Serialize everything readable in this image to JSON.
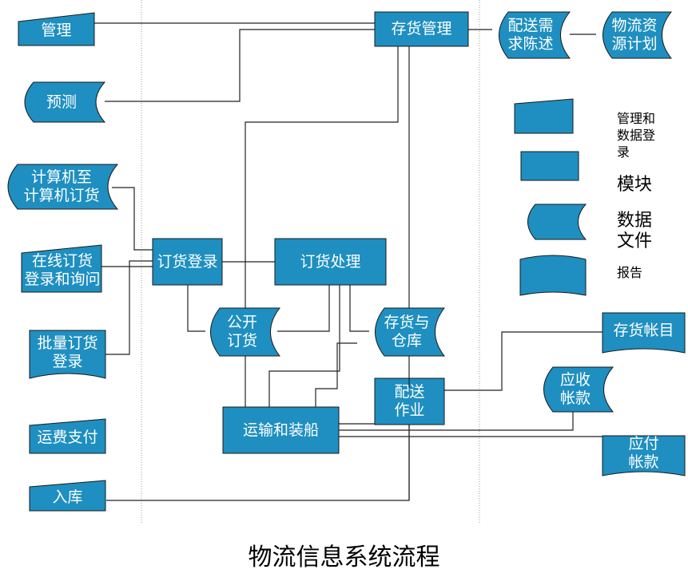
{
  "title": "物流信息系统流程",
  "colors": {
    "fill": "#1E8FC0",
    "stroke": "#1a1a1a",
    "line": "#222222",
    "guide": "#9a9a9a",
    "text": "#ffffff"
  },
  "nodes": {
    "guanli": "管理",
    "yuce": "预测",
    "jisuanji": "计算机至\n计算机订货",
    "zaixian": "在线订货\n登录和询问",
    "piliang": "批量订货\n登录",
    "yunfei": "运费支付",
    "ruku": "入库",
    "cunhuo_guanli": "存货管理",
    "peisong_xuqiu": "配送需\n求陈述",
    "wuliu_ziyuan": "物流资\n源计划",
    "dinghuo_denglu": "订货登录",
    "dinghuo_chuli": "订货处理",
    "gongkai": "公开\n订货",
    "cunhuo_cangku": "存货与\n仓库",
    "peisong_zuoye": "配送\n作业",
    "yunshu": "运输和装船",
    "cunhuo_zhangmu": "存货帐目",
    "yingshou": "应收\n帐款",
    "yingfu": "应付\n帐款"
  },
  "legend": {
    "manual": "管理和\n数据登\n录",
    "module": "模块",
    "datafile": "数据\n文件",
    "report": "报告"
  }
}
